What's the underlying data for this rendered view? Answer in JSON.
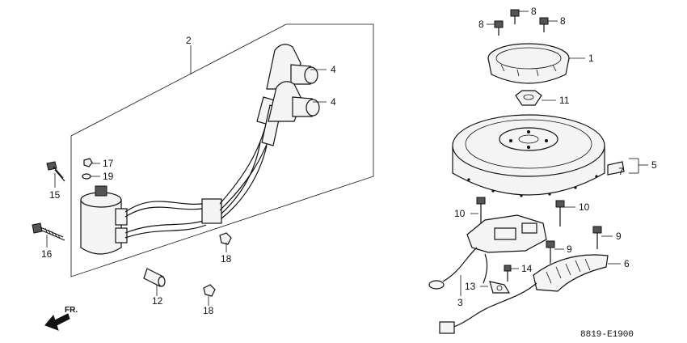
{
  "diagram": {
    "code": "8819-E1900",
    "direction_label": "FR.",
    "callouts": {
      "c1": "1",
      "c2": "2",
      "c3": "3",
      "c4a": "4",
      "c4b": "4",
      "c5": "5",
      "c6": "6",
      "c7": "7",
      "c8a": "8",
      "c8b": "8",
      "c8c": "8",
      "c9a": "9",
      "c9b": "9",
      "c10a": "10",
      "c10b": "10",
      "c11": "11",
      "c12": "12",
      "c13": "13",
      "c14": "14",
      "c15": "15",
      "c16": "16",
      "c17": "17",
      "c18a": "18",
      "c18b": "18",
      "c19": "19"
    }
  }
}
